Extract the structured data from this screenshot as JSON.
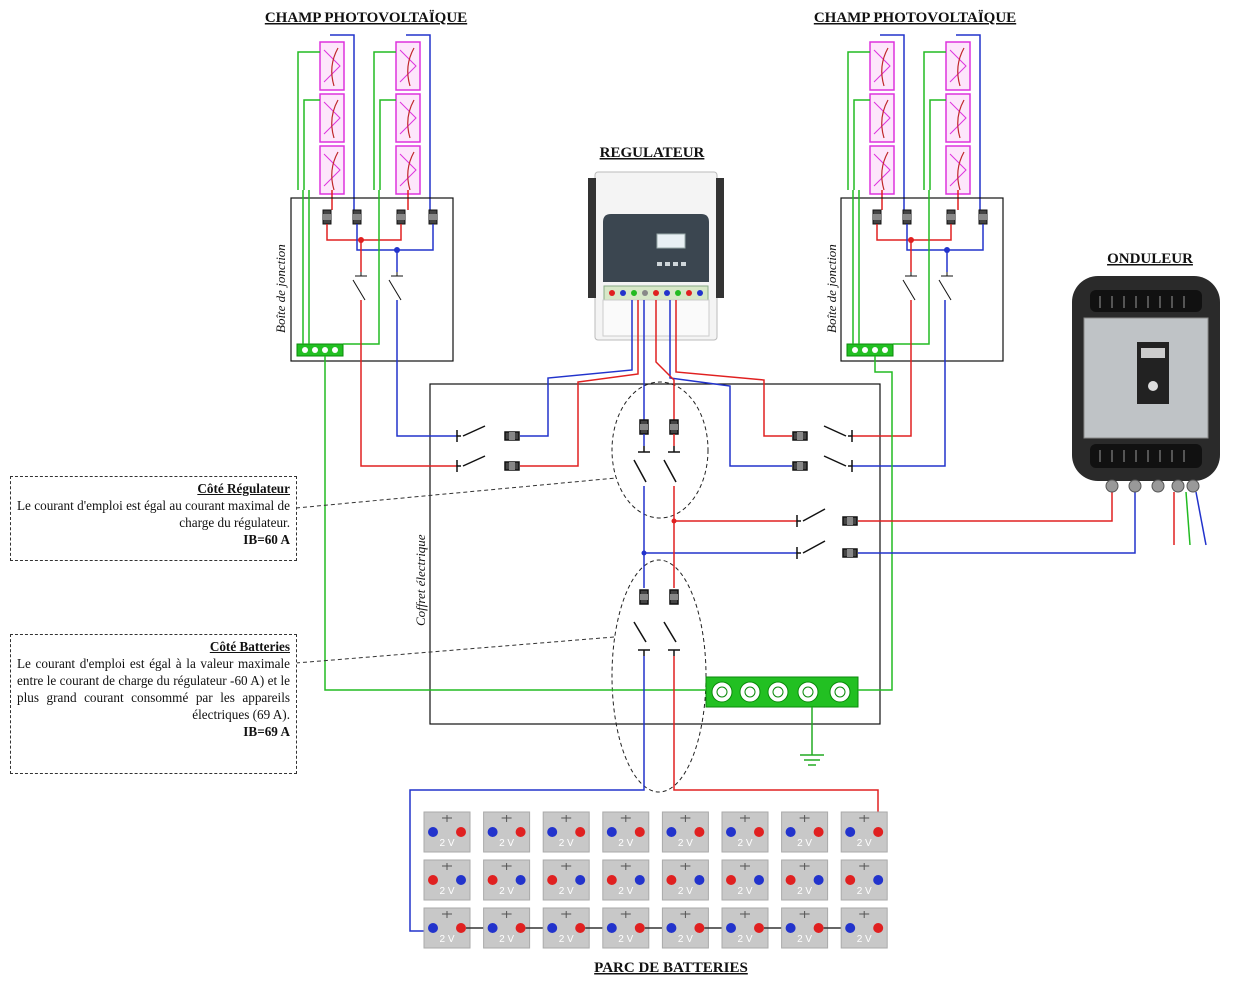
{
  "titles": {
    "pv_left": "CHAMP PHOTOVOLTAÏQUE",
    "pv_right": "CHAMP PHOTOVOLTAÏQUE",
    "regulator": "REGULATEUR",
    "inverter": "ONDULEUR",
    "batteries": "PARC DE BATTERIES"
  },
  "labels": {
    "junction_box_left": "Boîte de jonction",
    "junction_box_right": "Boîte de jonction",
    "cabinet": "Coffret électrique",
    "battery_voltage": "2 V"
  },
  "notes": {
    "regulator": {
      "heading": "Côté Régulateur",
      "body": "Le courant d'emploi est égal au courant maximal de charge du régulateur.",
      "result": "IB=60 A"
    },
    "batteries": {
      "heading": "Côté Batteries",
      "body": "Le courant d'emploi est égal à la valeur maximale entre le courant de charge du régulateur -60 A) et le plus grand courant consommé par les appareils électriques (69 A).",
      "result": "IB=69 A"
    }
  },
  "colors": {
    "positive": "#e02020",
    "negative": "#2233cc",
    "earth": "#22bb22",
    "panel_frame": "#dd33dd",
    "battery_body": "#c8c8c8"
  },
  "battery_bank": {
    "rows": 3,
    "cols": 8
  }
}
